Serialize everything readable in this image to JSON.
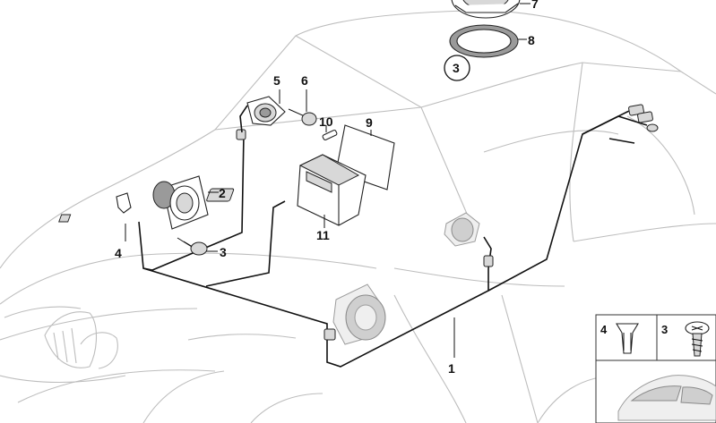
{
  "callouts": {
    "c1": "1",
    "c2": "2",
    "c3a": "3",
    "c3b": "3",
    "c4": "4",
    "c5": "5",
    "c6": "6",
    "c7": "7",
    "c8": "8",
    "c9": "9",
    "c10": "10",
    "c11": "11"
  },
  "legend": {
    "item_4": "4",
    "item_3": "3"
  }
}
